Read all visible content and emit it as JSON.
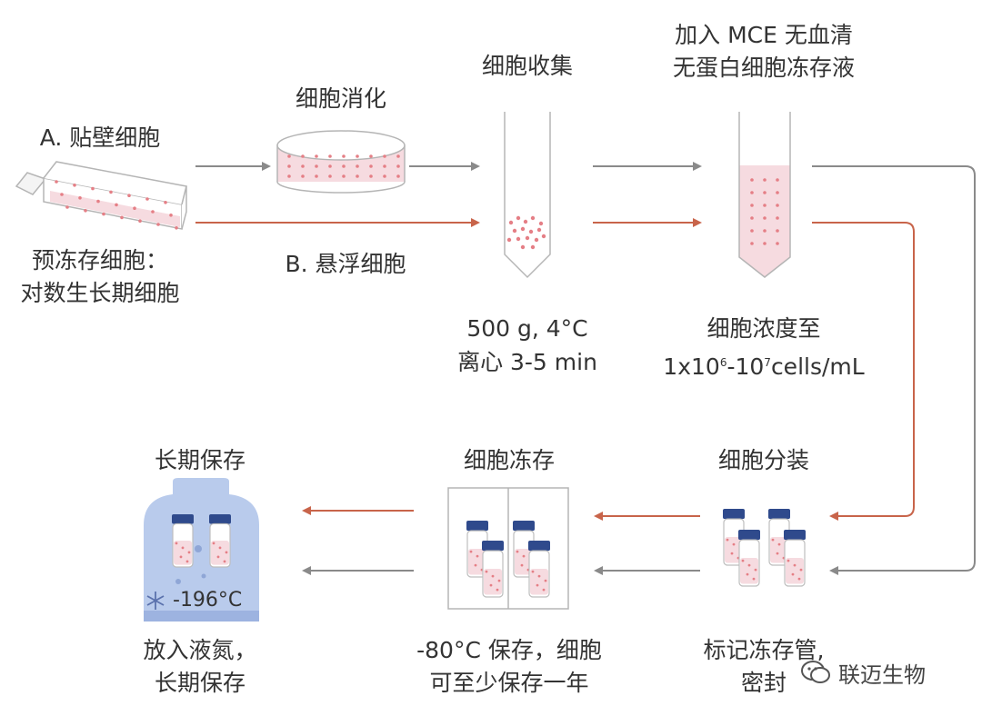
{
  "labels": {
    "adherent": "A. 贴壁细胞",
    "pre_freeze_1": "预冻存细胞：",
    "pre_freeze_2": "对数生长期细胞",
    "digest": "细胞消化",
    "suspension": "B. 悬浮细胞",
    "collect": "细胞收集",
    "centrifuge_1": "500 g, 4°C",
    "centrifuge_2": "离心 3-5 min",
    "add_mce_1": "加入 MCE 无血清",
    "add_mce_2": "无蛋白细胞冻存液",
    "density_1": "细胞浓度至",
    "density_base": "1x10",
    "density_exp1": "6",
    "density_mid": "-10",
    "density_exp2": "7",
    "density_unit": "cells/mL",
    "aliquot": "细胞分装",
    "label_tube_1": "标记冻存管,",
    "label_tube_2": "密封",
    "freeze": "细胞冻存",
    "freeze_desc_1": "-80°C 保存，细胞",
    "freeze_desc_2": "可至少保存一年",
    "storage": "长期保存",
    "storage_desc_1": "放入液氮，",
    "storage_desc_2": "长期保存",
    "ln2_temp": "-196°C"
  },
  "watermark": {
    "text": "联迈生物",
    "icon": "wechat-icon"
  },
  "colors": {
    "gray_arrow": "#8a8a8a",
    "red_arrow": "#c8644a",
    "cell_dot": "#e57f86",
    "liquid": "#f6dbe0",
    "tank": "#b9cbec",
    "cap": "#2f4a8c"
  }
}
